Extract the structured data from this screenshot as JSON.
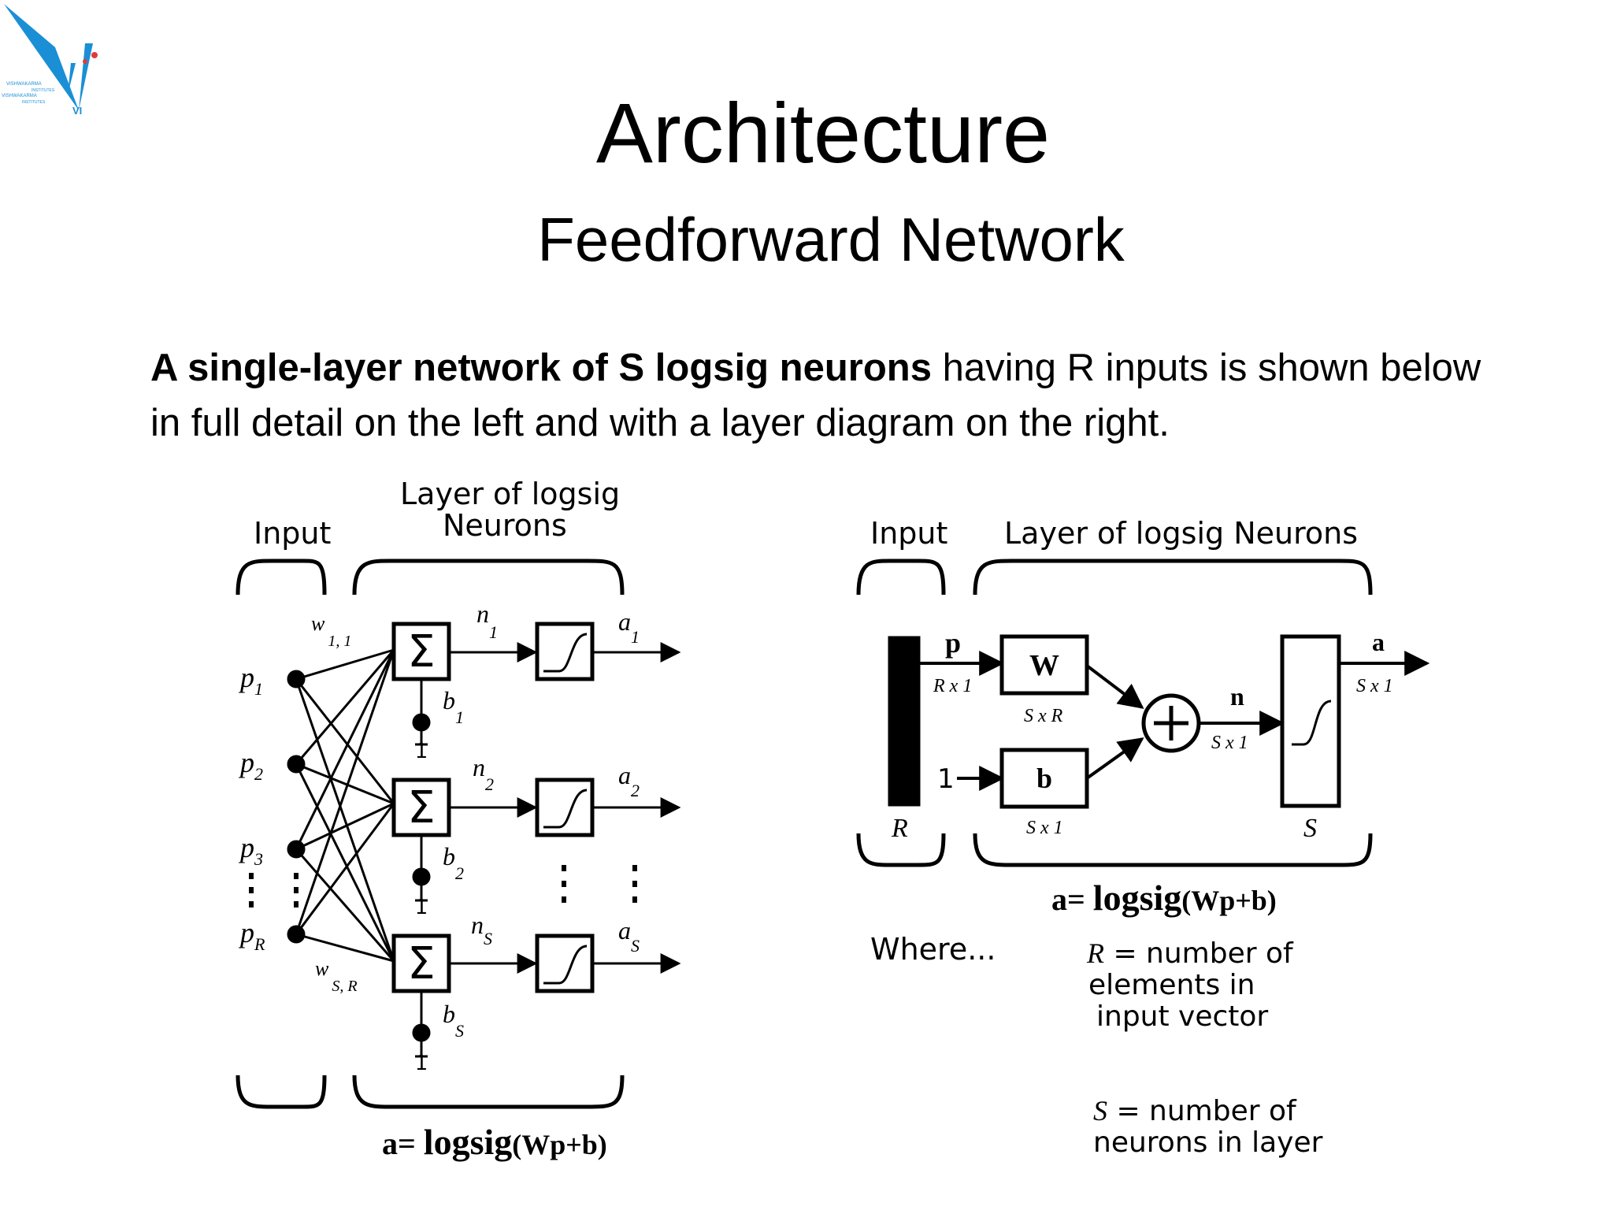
{
  "slide": {
    "title": "Architecture",
    "subtitle": "Feedforward Network",
    "paragraph_bold": "A single-layer network of S logsig neurons",
    "paragraph_rest": " having R inputs is shown below in full detail on the left and with a layer diagram on the right."
  },
  "logo": {
    "text_line1": "VISHWAKARMA",
    "text_line2": "INSTITUTES",
    "text_line3": "VISHWAKARMA",
    "text_line4": "INSTITUTES",
    "monogram": "VI",
    "colors": {
      "blue": "#1a8fd6",
      "red": "#e23a3a"
    }
  },
  "left_diagram": {
    "input_label": "Input",
    "layer_label_1": "Layer of logsig",
    "layer_label_2": "Neurons",
    "inputs": [
      {
        "main": "p",
        "sub": "1"
      },
      {
        "main": "p",
        "sub": "2"
      },
      {
        "main": "p",
        "sub": "3"
      },
      {
        "main": "p",
        "sub": "R"
      }
    ],
    "weights": [
      {
        "main": "w",
        "sub": "1, 1"
      },
      {
        "main": "w",
        "sub": "S, R"
      }
    ],
    "sum_symbol": "Σ",
    "neurons": [
      {
        "n_main": "n",
        "n_sub": "1",
        "a_main": "a",
        "a_sub": "1",
        "b_main": "b",
        "b_sub": "1"
      },
      {
        "n_main": "n",
        "n_sub": "2",
        "a_main": "a",
        "a_sub": "2",
        "b_main": "b",
        "b_sub": "2"
      },
      {
        "n_main": "n",
        "n_sub": "S",
        "a_main": "a",
        "a_sub": "S",
        "b_main": "b",
        "b_sub": "S"
      }
    ],
    "bias_input": "1",
    "equation_a": "a= ",
    "equation_fn": "logsig",
    "equation_arg": "(Wp+b)"
  },
  "right_diagram": {
    "input_label": "Input",
    "layer_label": "Layer of logsig Neurons",
    "p_label": "p",
    "p_dim": "R x 1",
    "w_label": "W",
    "w_dim": "S x R",
    "b_label": "b",
    "b_dim": "S x 1",
    "one_label": "1",
    "n_label": "n",
    "n_dim": "S x 1",
    "a_label": "a",
    "a_dim": "S x 1",
    "r_label": "R",
    "s_label": "S",
    "equation_a": "a= ",
    "equation_fn": "logsig",
    "equation_arg": "(Wp+b)",
    "where_label": "Where...",
    "r_def_var": "R",
    "r_def_1": " = number of",
    "r_def_2": "elements in",
    "r_def_3": "input vector",
    "s_def_var": "S",
    "s_def_1": " = number of",
    "s_def_2": "neurons in layer"
  }
}
